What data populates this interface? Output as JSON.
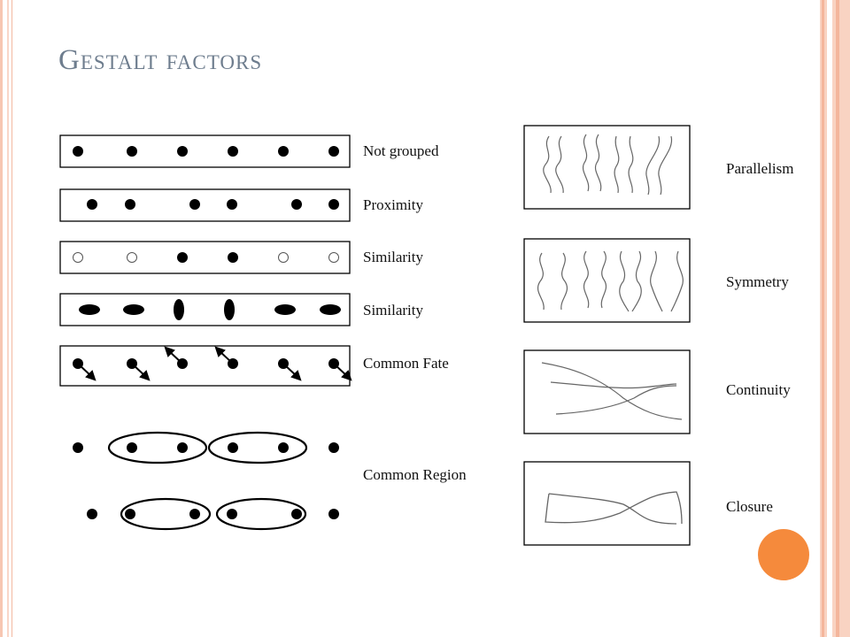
{
  "slide": {
    "title": "Gestalt factors"
  },
  "left_panel": {
    "labels": {
      "not_grouped": "Not grouped",
      "proximity": "Proximity",
      "similarity_1": "Similarity",
      "similarity_2": "Similarity",
      "common_fate": "Common Fate",
      "common_region": "Common Region"
    }
  },
  "right_panel": {
    "labels": {
      "parallelism": "Parallelism",
      "symmetry": "Symmetry",
      "continuity": "Continuity",
      "closure": "Closure"
    }
  },
  "colors": {
    "accent_orange": "#f58a3c",
    "title_color": "#6e7d8e",
    "border_peach": "#f9d3c2"
  }
}
